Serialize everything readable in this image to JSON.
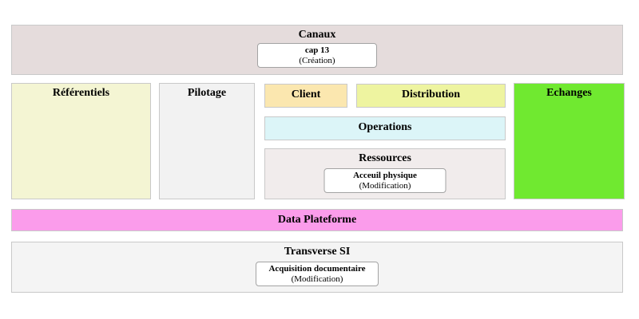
{
  "diagram": {
    "canaux": {
      "title": "Canaux",
      "card": {
        "line1": "cap 13",
        "line2": "(Création)"
      }
    },
    "referentiels": {
      "title": "Référentiels"
    },
    "pilotage": {
      "title": "Pilotage"
    },
    "client": {
      "title": "Client"
    },
    "distribution": {
      "title": "Distribution"
    },
    "operations": {
      "title": "Operations"
    },
    "ressources": {
      "title": "Ressources",
      "card": {
        "line1": "Acceuil physique",
        "line2": "(Modification)"
      }
    },
    "echanges": {
      "title": "Echanges"
    },
    "data_plateforme": {
      "title": "Data Plateforme"
    },
    "transverse_si": {
      "title": "Transverse SI",
      "card": {
        "line1": "Acquisition documentaire",
        "line2": "(Modification)"
      }
    }
  },
  "palette": {
    "canaux_bg": "#e5dcdc",
    "referentiels_bg": "#f4f5d3",
    "pilotage_bg": "#f2f2f2",
    "client_bg": "#fbe7af",
    "distribution_bg": "#eef4a0",
    "operations_bg": "#dcf5f8",
    "ressources_bg": "#f1ecec",
    "echanges_bg": "#70e930",
    "data_plateforme_bg": "#fb9ceb",
    "transverse_si_bg": "#f4f4f4",
    "card_bg": "#ffffff"
  }
}
